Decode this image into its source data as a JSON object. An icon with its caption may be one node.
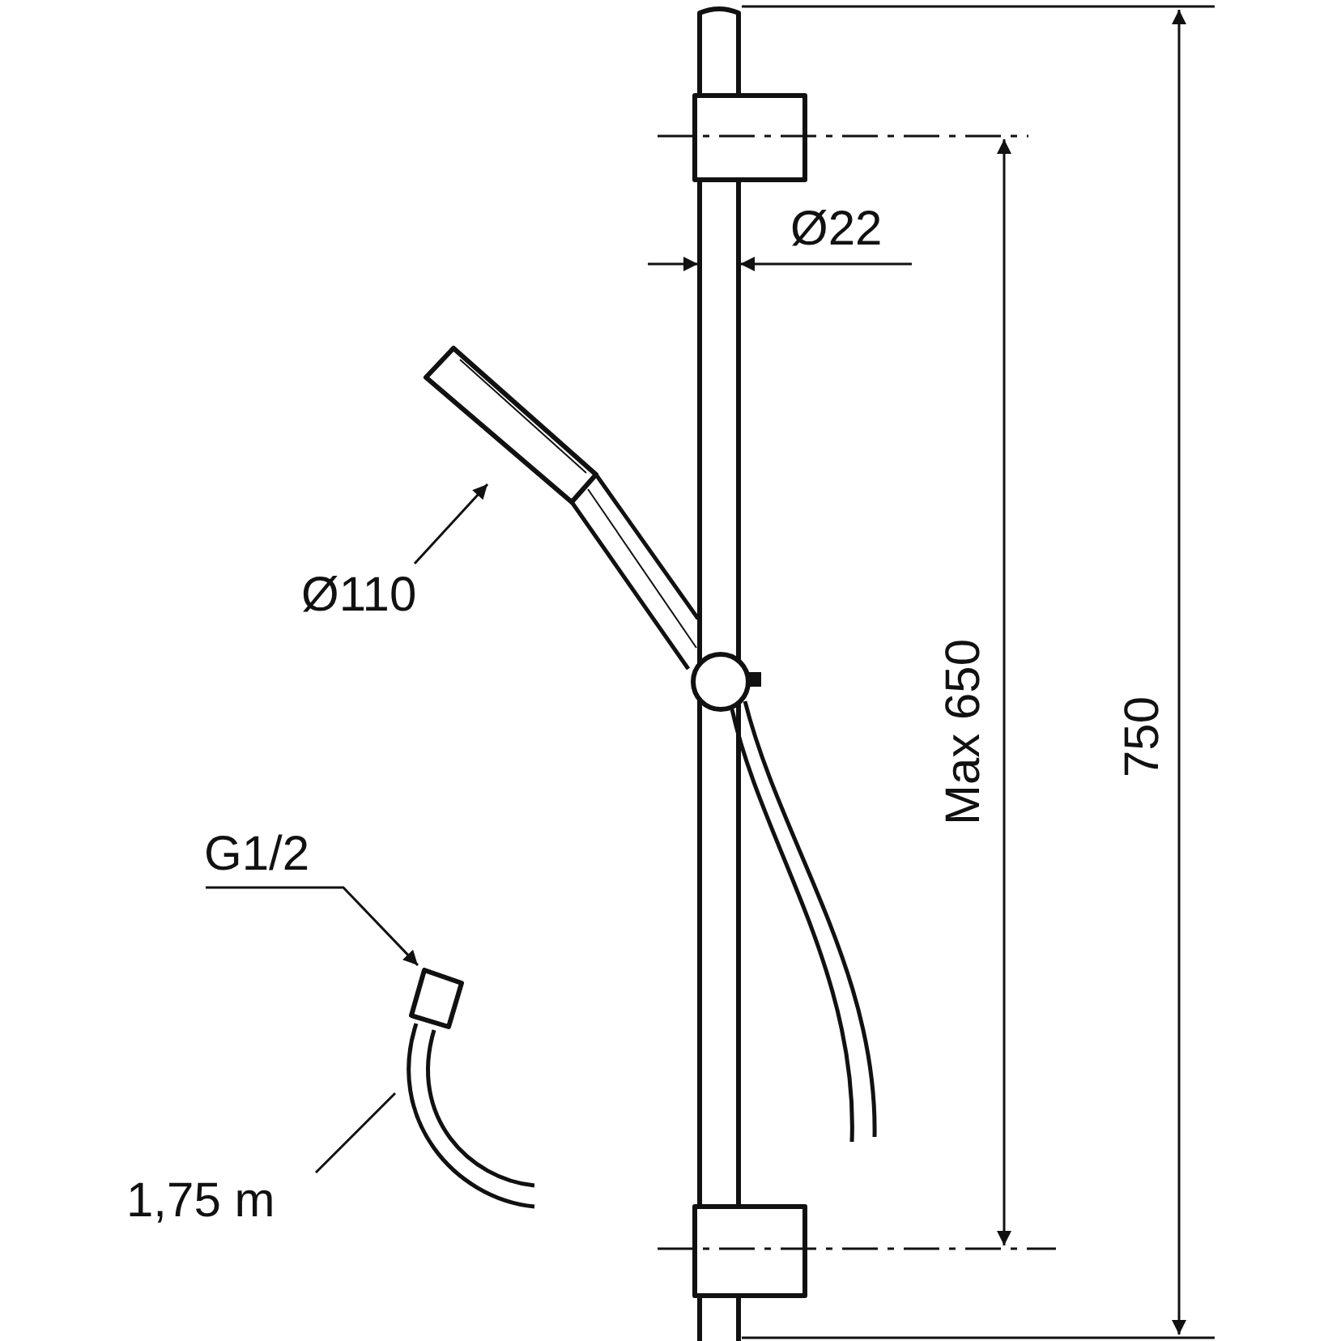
{
  "diagram": {
    "nodes": [
      {
        "text": [
          "Ø110"
        ]
      },
      {
        "text": [],
        "shape": "picture"
      },
      {
        "text": [
          "G1/2"
        ]
      },
      {
        "text": [],
        "shape": "picture"
      },
      {
        "text": [
          "1,75 m"
        ]
      },
      {
        "text": [],
        "shape": "picture"
      }
    ],
    "edges": [
      {
        "from": 0,
        "to": 1,
        "arrow": "to"
      },
      {
        "from": 2,
        "to": 3,
        "arrow": "to"
      },
      {
        "from": 4,
        "to": 5,
        "arrow": "none"
      }
    ],
    "labels": [
      "Ø22",
      "Max 650",
      "750"
    ]
  }
}
